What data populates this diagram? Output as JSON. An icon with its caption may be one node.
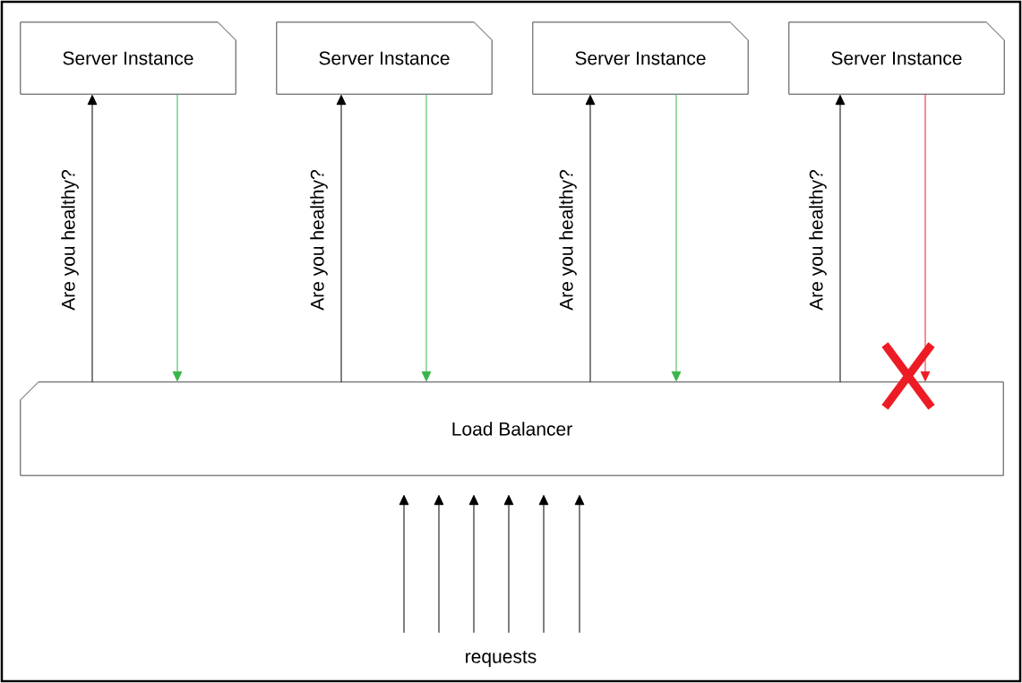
{
  "diagram": {
    "nodes": [
      {
        "text": [
          "Server Instance"
        ]
      },
      {
        "text": [
          "Server Instance"
        ]
      },
      {
        "text": [
          "Server Instance"
        ]
      },
      {
        "text": [
          "Server Instance"
        ]
      },
      {
        "text": [
          "Load Balancer"
        ]
      },
      {
        "text": [
          "requests"
        ]
      }
    ],
    "edges": [
      {
        "from": 4,
        "to": 0,
        "arrow": "to",
        "label": "Are you healthy?"
      },
      {
        "from": 0,
        "to": 4,
        "arrow": "to",
        "color": "#39b54a"
      },
      {
        "from": 4,
        "to": 1,
        "arrow": "to",
        "label": "Are you healthy?"
      },
      {
        "from": 1,
        "to": 4,
        "arrow": "to",
        "color": "#39b54a"
      },
      {
        "from": 4,
        "to": 2,
        "arrow": "to",
        "label": "Are you healthy?"
      },
      {
        "from": 2,
        "to": 4,
        "arrow": "to",
        "color": "#39b54a"
      },
      {
        "from": 4,
        "to": 3,
        "arrow": "to",
        "label": "Are you healthy?"
      },
      {
        "from": 3,
        "to": 4,
        "arrow": "to",
        "color": "#ed1c24"
      },
      {
        "from": 5,
        "to": 4,
        "arrow": "to"
      },
      {
        "from": 5,
        "to": 4,
        "arrow": "to"
      },
      {
        "from": 5,
        "to": 4,
        "arrow": "to"
      },
      {
        "from": 5,
        "to": 4,
        "arrow": "to"
      },
      {
        "from": 5,
        "to": 4,
        "arrow": "to"
      },
      {
        "from": 5,
        "to": 4,
        "arrow": "to"
      }
    ]
  }
}
